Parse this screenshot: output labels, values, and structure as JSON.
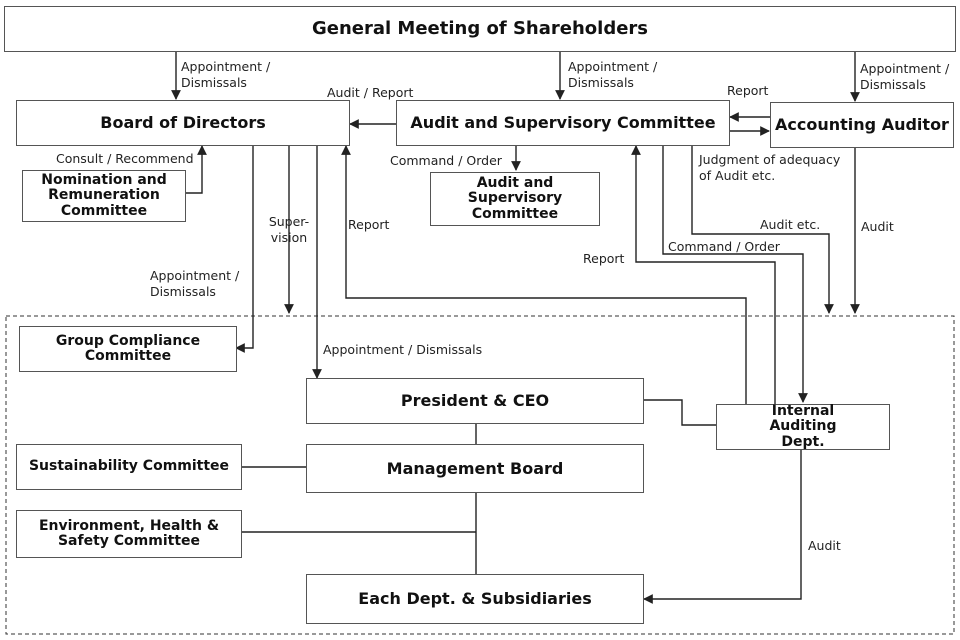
{
  "boxes": {
    "shareholders": "General Meeting of Shareholders",
    "board": "Board of Directors",
    "audit_committee": "Audit and Supervisory Committee",
    "accounting_auditor": "Accounting Auditor",
    "nomination": "Nomination and Remuneration Committee",
    "audit_committee_sub": "Audit and Supervisory Committee",
    "compliance": "Group Compliance Committee",
    "president": "President & CEO",
    "internal_audit": "Internal Auditing Dept.",
    "sustainability": "Sustainability Committee",
    "management_board": "Management Board",
    "ehs": "Environment, Health & Safety Committee",
    "departments": "Each Dept. & Subsidiaries"
  },
  "labels": {
    "appt_board": "Appointment / Dismissals",
    "appt_audit": "Appointment / Dismissals",
    "appt_accounting": "Appointment / Dismissals",
    "audit_report": "Audit / Report",
    "report_acc": "Report",
    "consult": "Consult / Recommend",
    "command_order_top": "Command / Order",
    "judgment": "Judgment of adequacy of Audit etc.",
    "supervision": "Super- vision",
    "report_mid": "Report",
    "audit_etc": "Audit etc.",
    "audit_right": "Audit",
    "command_order_mid": "Command / Order",
    "report_left": "Report",
    "appt_compliance": "Appointment / Dismissals",
    "appt_ceo": "Appointment / Dismissals",
    "audit_bottom": "Audit"
  }
}
